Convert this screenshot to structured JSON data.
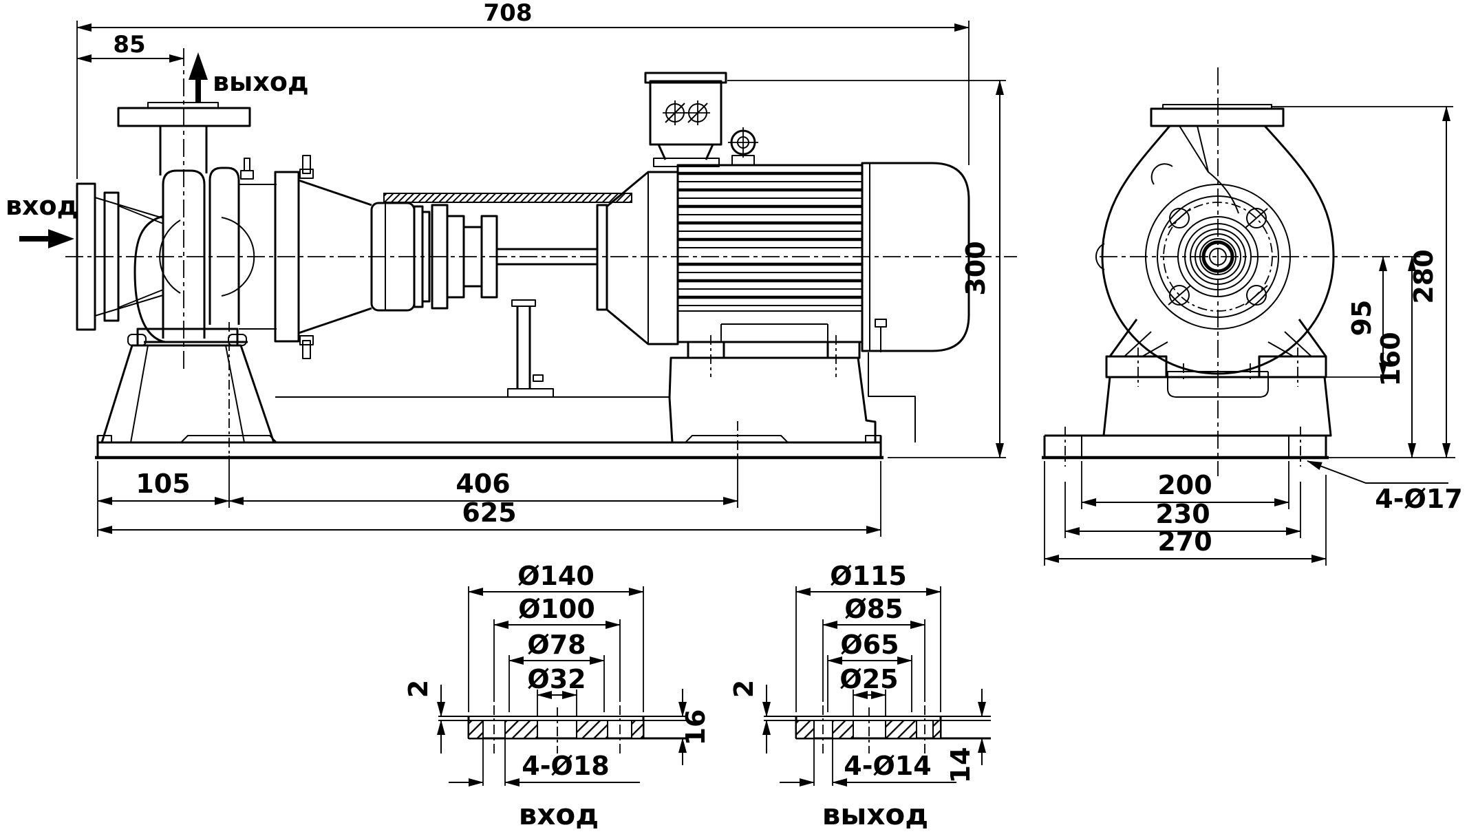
{
  "drawing": {
    "kind": "centrifugal-pump-dimensional-drawing",
    "units": "mm",
    "ports": {
      "inlet": "вход",
      "outlet": "выход"
    },
    "main_view": {
      "dim_overall_length": "708",
      "dim_inlet_face_to_outlet_axis": "85",
      "dim_height_to_top": "300",
      "dim_base_edge_to_pump_bolt": "105",
      "dim_bolt_spacing": "406",
      "dim_base_length": "625",
      "label_inlet": "вход",
      "label_outlet": "выход"
    },
    "end_view": {
      "dim_axis_to_foot_surface": "95",
      "dim_axis_to_base_bottom": "160",
      "dim_flange_top_to_base_bottom": "280",
      "dim_pad_spacing": "200",
      "dim_anchor_bolt_spacing": "230",
      "dim_base_width": "270",
      "dim_anchor_holes": "4-Ø17"
    },
    "inlet_flange": {
      "title": "вход",
      "dim_outer_diameter": "Ø140",
      "dim_bolt_circle": "Ø100",
      "dim_raised_face": "Ø78",
      "dim_bore": "Ø32",
      "dim_face_height": "2",
      "dim_thickness": "16",
      "dim_bolt_holes": "4-Ø18"
    },
    "outlet_flange": {
      "title": "выход",
      "dim_outer_diameter": "Ø115",
      "dim_bolt_circle": "Ø85",
      "dim_raised_face": "Ø65",
      "dim_bore": "Ø25",
      "dim_face_height": "2",
      "dim_thickness": "14",
      "dim_bolt_holes": "4-Ø14"
    }
  }
}
